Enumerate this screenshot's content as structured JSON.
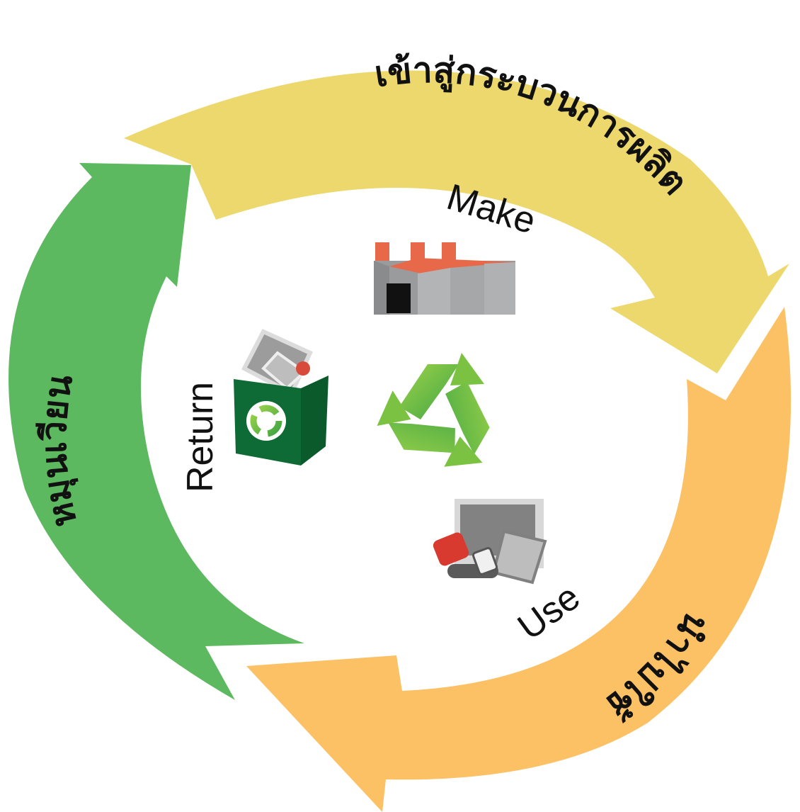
{
  "cycle": {
    "steps": [
      {
        "english": "Make",
        "thai": "เข้าสู่กระบวนการผลิต",
        "color": "#ECD86C"
      },
      {
        "english": "Use",
        "thai": "นำไปใช้",
        "color": "#FBC164"
      },
      {
        "english": "Return",
        "thai": "หมุนเวียน",
        "color": "#5DB960"
      }
    ]
  },
  "icons": {
    "factory": "factory-icon",
    "center": "recycle-symbol-icon",
    "bin": "recycling-bin-icon",
    "products": "used-products-icon"
  },
  "colors": {
    "factory_roof": "#E8684A",
    "factory_wall": "#9A9B9D",
    "bin_green": "#0F6B35",
    "recycle_green": "#6CC04A"
  }
}
